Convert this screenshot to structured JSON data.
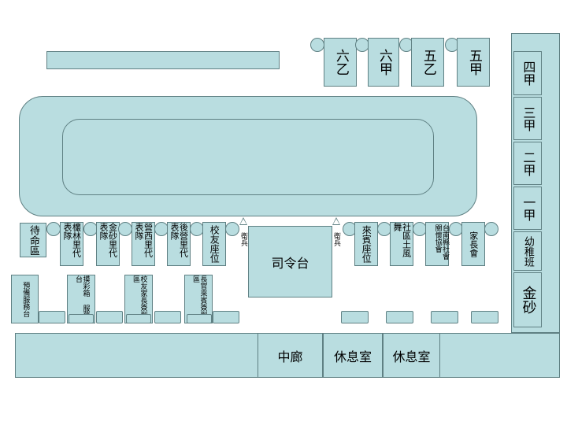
{
  "classes_top": [
    "六乙",
    "六甲",
    "五乙",
    "五甲"
  ],
  "classes_right": [
    "四甲",
    "三甲",
    "二甲",
    "一甲",
    "幼稚班",
    "金砂"
  ],
  "teams": [
    "待命區",
    "欉林里代表隊",
    "金砂里代表隊",
    "營西里代表隊",
    "後營里代表隊",
    "校友座位"
  ],
  "guard_left": "衛兵",
  "guard_right": "衛兵",
  "stage": "司令台",
  "right_seats": [
    "來賓座位",
    "社區土風舞",
    "台南縣社會關懷協會",
    "家長會"
  ],
  "service_desks": [
    "預備服務台",
    "摸彩箱 服務台",
    "校友家長簽到區",
    "長官來賓簽到區"
  ],
  "bottom_rooms": [
    "中廊",
    "休息室",
    "休息室"
  ]
}
